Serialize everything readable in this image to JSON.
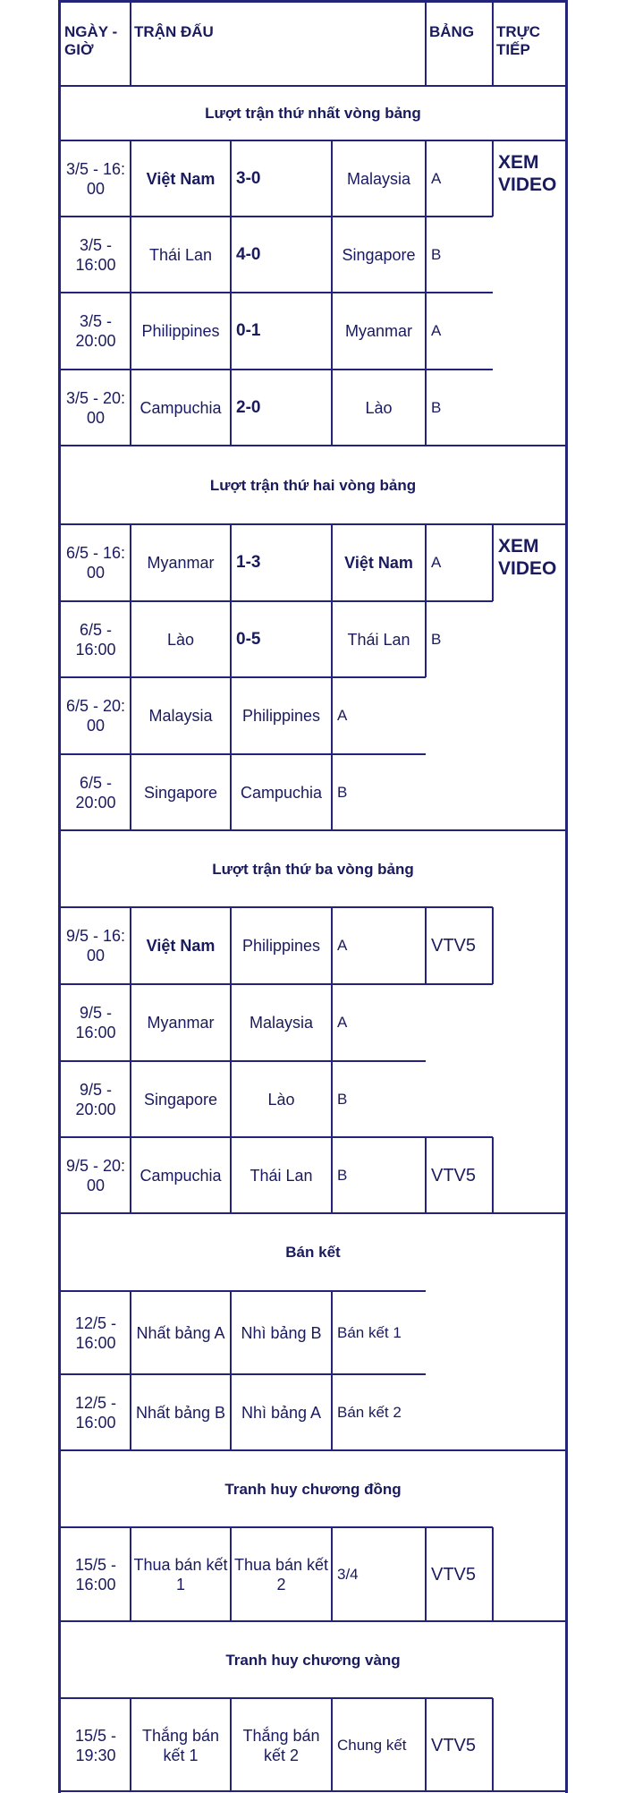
{
  "header": {
    "date": "NGÀY - GIỜ",
    "match": "TRẬN ĐẤU",
    "group": "BẢNG",
    "live": "TRỰC TIẾP"
  },
  "sections": {
    "r1": "Lượt trận thứ nhất vòng bảng",
    "r2": "Lượt trận thứ hai vòng bảng",
    "r3": "Lượt trận thứ ba vòng bảng",
    "sf": "Bán kết",
    "bronze": "Tranh huy chương đồng",
    "gold": "Tranh huy chương vàng"
  },
  "round1": [
    {
      "date": "3/5 - 16: 00",
      "home": "Việt Nam",
      "score": "3-0",
      "away": "Malaysia",
      "group": "A",
      "live": "XEM VIDEO"
    },
    {
      "date": "3/5 - 16:00",
      "home": "Thái Lan",
      "score": "4-0",
      "away": "Singapore",
      "group": "B"
    },
    {
      "date": "3/5 - 20:00",
      "home": "Philippines",
      "score": "0-1",
      "away": "Myanmar",
      "group": "A"
    },
    {
      "date": "3/5 - 20: 00",
      "home": "Campuchia",
      "score": "2-0",
      "away": "Lào",
      "group": "B"
    }
  ],
  "round2": [
    {
      "date": "6/5 - 16: 00",
      "home": "Myanmar",
      "score": "1-3",
      "away": "Việt Nam",
      "group": "A",
      "live": "XEM VIDEO"
    },
    {
      "date": "6/5 - 16:00",
      "home": "Lào",
      "score": "0-5",
      "away": "Thái Lan",
      "group": "B"
    },
    {
      "date": "6/5 - 20: 00",
      "home": "Malaysia",
      "away": "Philippines",
      "group": "A"
    },
    {
      "date": "6/5 - 20:00",
      "home": "Singapore",
      "away": "Campuchia",
      "group": "B"
    }
  ],
  "round3": [
    {
      "date": "9/5 - 16: 00",
      "home": "Việt Nam",
      "away": "Philippines",
      "group": "A",
      "live": "VTV5"
    },
    {
      "date": "9/5 - 16:00",
      "home": "Myanmar",
      "away": "Malaysia",
      "group": "A"
    },
    {
      "date": "9/5 - 20:00",
      "home": "Singapore",
      "away": "Lào",
      "group": "B"
    },
    {
      "date": "9/5 - 20: 00",
      "home": "Campuchia",
      "away": "Thái Lan",
      "group": "B",
      "live": "VTV5"
    }
  ],
  "semis": [
    {
      "date": "12/5 - 16:00",
      "home": "Nhất bảng A",
      "away": "Nhì bảng B",
      "group": "Bán kết 1"
    },
    {
      "date": "12/5 - 16:00",
      "home": "Nhất bảng B",
      "away": "Nhì bảng A",
      "group": "Bán kết 2"
    }
  ],
  "bronze": {
    "date": "15/5 - 16:00",
    "home": "Thua bán kết 1",
    "away": "Thua bán kết 2",
    "group": "3/4",
    "live": "VTV5"
  },
  "gold": {
    "date": "15/5 - 19:30",
    "home": "Thắng bán kết 1",
    "away": "Thắng bán kết 2",
    "group": "Chung kết",
    "live": "VTV5"
  }
}
